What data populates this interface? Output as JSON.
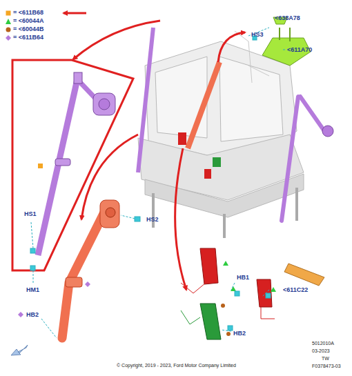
{
  "diagram": {
    "caption": "© Copyright, 2019 - 2023, Ford Motor Company Limited",
    "labels": [
      "<638A78",
      "HS3",
      "<611A70",
      "HS1",
      "HS2",
      "HM1",
      "HB2",
      "HB1",
      "<611C22",
      "HB2",
      "5012010A",
      "03-2023",
      "TW",
      "F0378473-03"
    ],
    "legend": [
      {
        "text": "= <611B68",
        "color": "#f5a623"
      },
      {
        "text": "= <60044A",
        "color": "#2ecc40"
      },
      {
        "text": "= <60044B",
        "color": "#b8621b"
      },
      {
        "text": "= <611B64",
        "color": "#b57bdc"
      }
    ]
  }
}
